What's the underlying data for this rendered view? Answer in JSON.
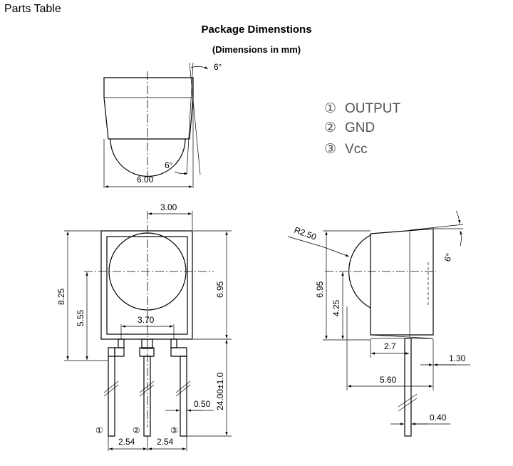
{
  "page_heading": "Parts Table",
  "drawing": {
    "title": "Package Dimenstions",
    "subtitle": "(Dimensions in mm)"
  },
  "pin_legend": [
    {
      "number": "①",
      "label": "OUTPUT"
    },
    {
      "number": "②",
      "label": "GND"
    },
    {
      "number": "③",
      "label": "Vcc"
    }
  ],
  "top_view": {
    "width_label": "6.00",
    "angle_top": "6°",
    "angle_bottom": "6°"
  },
  "front_view": {
    "lens_offset": "3.00",
    "height_total": "8.25",
    "lens_center_height": "5.55",
    "body_height": "6.95",
    "lens_width": "3.70",
    "lead_length": "24.00±1.0",
    "lead_width": "0.50",
    "pitch_left": "2.54",
    "pitch_right": "2.54",
    "pin_labels": [
      "①",
      "②",
      "③"
    ]
  },
  "side_view": {
    "radius": "R2.50",
    "body_height": "6.95",
    "lens_center_height": "4.25",
    "angle": "6°",
    "dim_2_7": "2.7",
    "dim_1_30": "1.30",
    "dim_5_60": "5.60",
    "lead_thickness": "0.40"
  }
}
